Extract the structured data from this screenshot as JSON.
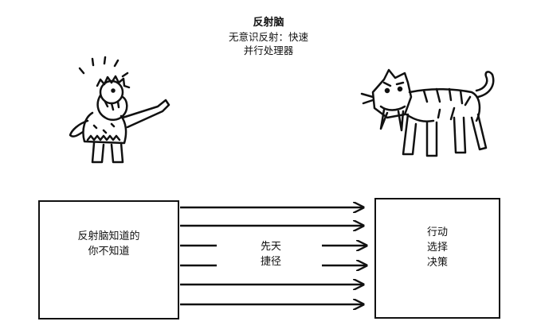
{
  "title": "反射脑",
  "subtitle_lines": [
    "无意识反射：快速",
    "并行处理器"
  ],
  "left_box": {
    "lines": [
      "反射脑知道的",
      "你不知道"
    ]
  },
  "middle_label": {
    "lines": [
      "先天",
      "捷径"
    ]
  },
  "right_box": {
    "lines": [
      "行动",
      "选择",
      "决策"
    ]
  }
}
